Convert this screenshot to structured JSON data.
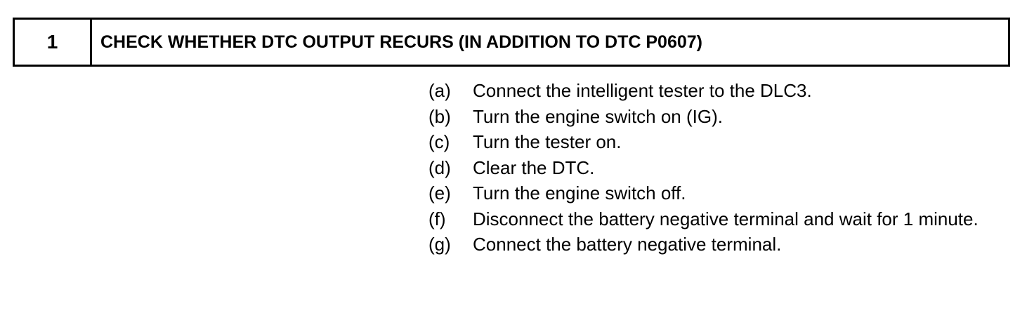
{
  "step": {
    "number": "1",
    "title": "CHECK WHETHER DTC OUTPUT RECURS (IN ADDITION TO DTC P0607)"
  },
  "procedure": [
    {
      "marker": "(a)",
      "text": "Connect the intelligent tester to the DLC3."
    },
    {
      "marker": "(b)",
      "text": "Turn the engine switch on (IG)."
    },
    {
      "marker": "(c)",
      "text": "Turn the tester on."
    },
    {
      "marker": "(d)",
      "text": "Clear the DTC."
    },
    {
      "marker": "(e)",
      "text": "Turn the engine switch off."
    },
    {
      "marker": "(f)",
      "text": "Disconnect the battery negative terminal and wait for 1 minute."
    },
    {
      "marker": "(g)",
      "text": "Connect the battery negative terminal."
    }
  ]
}
